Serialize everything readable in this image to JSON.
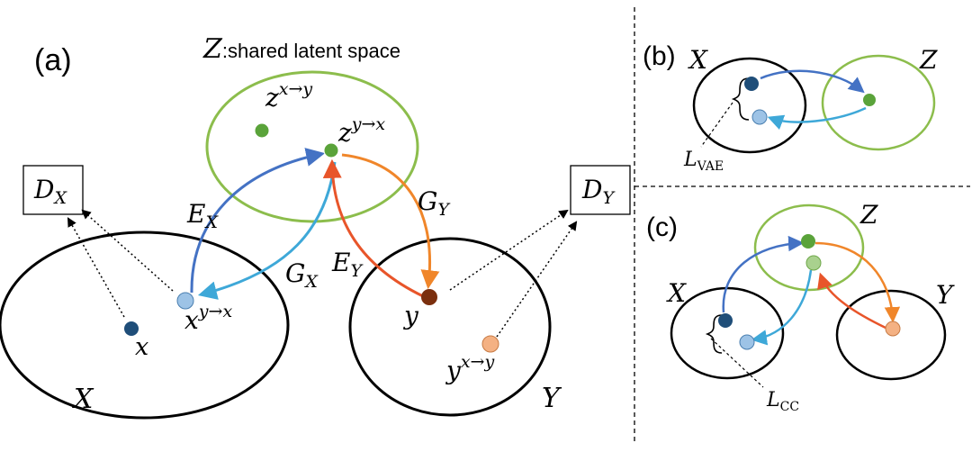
{
  "panel_a": {
    "label": "(a)",
    "latent_title_symbol": "Z",
    "latent_title_text": ":shared latent space",
    "point_z_xy": {
      "base": "z",
      "sup": "x→y"
    },
    "point_z_yx": {
      "base": "z",
      "sup": "y→x"
    },
    "domain_x": "X",
    "domain_y": "Y",
    "point_x": "x",
    "point_x_yx": {
      "base": "x",
      "sup": "y→x"
    },
    "point_y": "y",
    "point_y_xy": {
      "base": "y",
      "sup": "x→y"
    },
    "disc_x": {
      "base": "D",
      "sub": "X"
    },
    "disc_y": {
      "base": "D",
      "sub": "Y"
    },
    "enc_x": {
      "base": "E",
      "sub": "X"
    },
    "gen_x": {
      "base": "G",
      "sub": "X"
    },
    "enc_y": {
      "base": "E",
      "sub": "Y"
    },
    "gen_y": {
      "base": "G",
      "sub": "Y"
    }
  },
  "panel_b": {
    "label": "(b)",
    "domain_x": "X",
    "latent_z": "Z",
    "loss": {
      "base": "L",
      "sub": "VAE"
    }
  },
  "panel_c": {
    "label": "(c)",
    "domain_x": "X",
    "domain_y": "Y",
    "latent_z": "Z",
    "loss": {
      "base": "L",
      "sub": "CC"
    }
  },
  "colors": {
    "latent_ring": "#8cbd4c",
    "domain_ring": "#000000",
    "enc_x_arrow": "#4472c4",
    "gen_x_arrow": "#3ea8d8",
    "enc_y_arrow": "#e8552a",
    "gen_y_arrow": "#f0862a",
    "pt_x": "#1f4e79",
    "pt_x_translated": "#9dc3e6",
    "pt_latent": "#5aa33a",
    "pt_latent_light": "#a9d18e",
    "pt_y": "#7b2f0e",
    "pt_y_translated": "#f4b183"
  }
}
